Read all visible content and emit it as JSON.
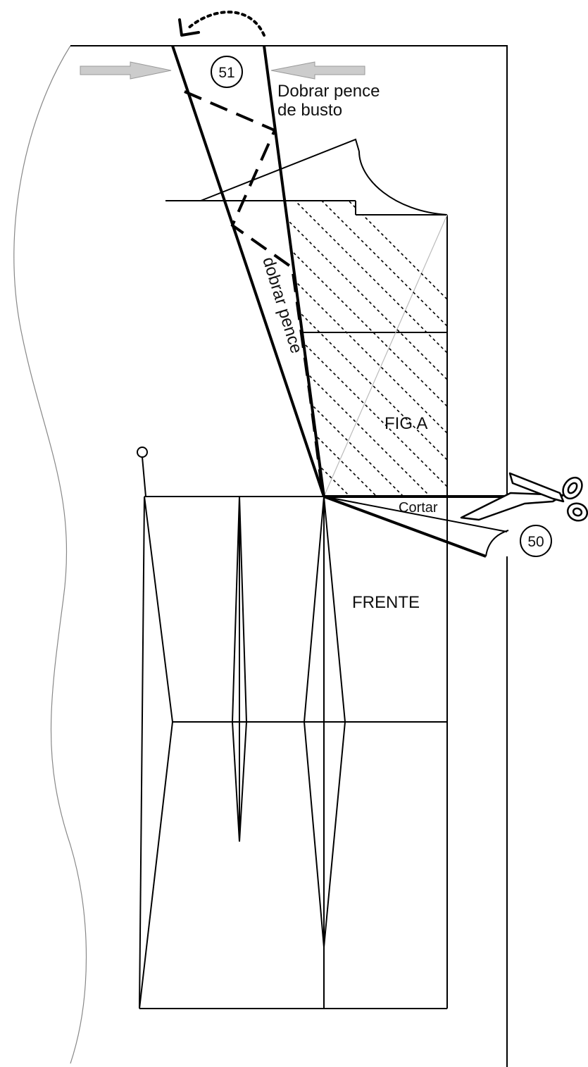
{
  "labels": {
    "step_51": "51",
    "step_50": "50",
    "fold_bust_dart_line1": "Dobrar pence",
    "fold_bust_dart_line2": "de busto",
    "fold_dart": "dobrar pence",
    "fig_a": "FIG A",
    "cut": "Cortar",
    "front": "FRENTE"
  },
  "colors": {
    "line": "#000000",
    "fabric_edge": "#888888",
    "arrow_fill": "#cccccc",
    "grain_line": "#bbbbbb"
  },
  "icons": [
    "scissors-icon",
    "curved-fold-arrow-icon",
    "push-arrow-icon",
    "pin-icon"
  ]
}
